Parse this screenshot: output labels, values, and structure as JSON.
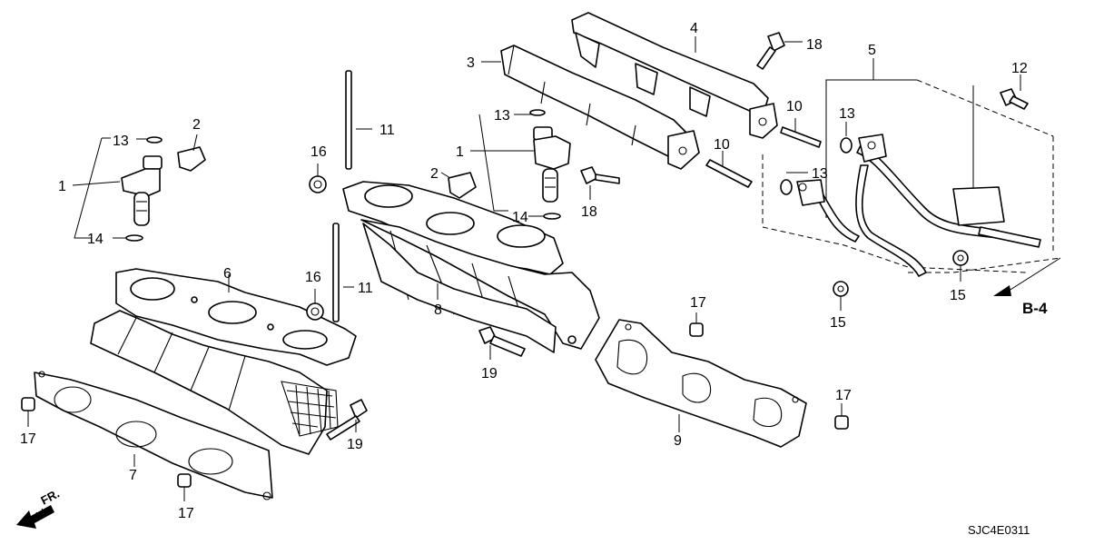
{
  "diagram": {
    "code": "SJC4E0311",
    "section_ref": "B-4",
    "direction_label": "FR.",
    "callouts": [
      {
        "id": "c1a",
        "text": "1"
      },
      {
        "id": "c1b",
        "text": "1"
      },
      {
        "id": "c2a",
        "text": "2"
      },
      {
        "id": "c2b",
        "text": "2"
      },
      {
        "id": "c3",
        "text": "3"
      },
      {
        "id": "c4",
        "text": "4"
      },
      {
        "id": "c5",
        "text": "5"
      },
      {
        "id": "c6",
        "text": "6"
      },
      {
        "id": "c7",
        "text": "7"
      },
      {
        "id": "c8",
        "text": "8"
      },
      {
        "id": "c9",
        "text": "9"
      },
      {
        "id": "c10a",
        "text": "10"
      },
      {
        "id": "c10b",
        "text": "10"
      },
      {
        "id": "c11a",
        "text": "11"
      },
      {
        "id": "c11b",
        "text": "11"
      },
      {
        "id": "c12",
        "text": "12"
      },
      {
        "id": "c13a",
        "text": "13"
      },
      {
        "id": "c13b",
        "text": "13"
      },
      {
        "id": "c13c",
        "text": "13"
      },
      {
        "id": "c13d",
        "text": "13"
      },
      {
        "id": "c14a",
        "text": "14"
      },
      {
        "id": "c14b",
        "text": "14"
      },
      {
        "id": "c15a",
        "text": "15"
      },
      {
        "id": "c15b",
        "text": "15"
      },
      {
        "id": "c16a",
        "text": "16"
      },
      {
        "id": "c16b",
        "text": "16"
      },
      {
        "id": "c17a",
        "text": "17"
      },
      {
        "id": "c17b",
        "text": "17"
      },
      {
        "id": "c17c",
        "text": "17"
      },
      {
        "id": "c17d",
        "text": "17"
      },
      {
        "id": "c18a",
        "text": "18"
      },
      {
        "id": "c18b",
        "text": "18"
      },
      {
        "id": "c19a",
        "text": "19"
      },
      {
        "id": "c19b",
        "text": "19"
      }
    ]
  }
}
